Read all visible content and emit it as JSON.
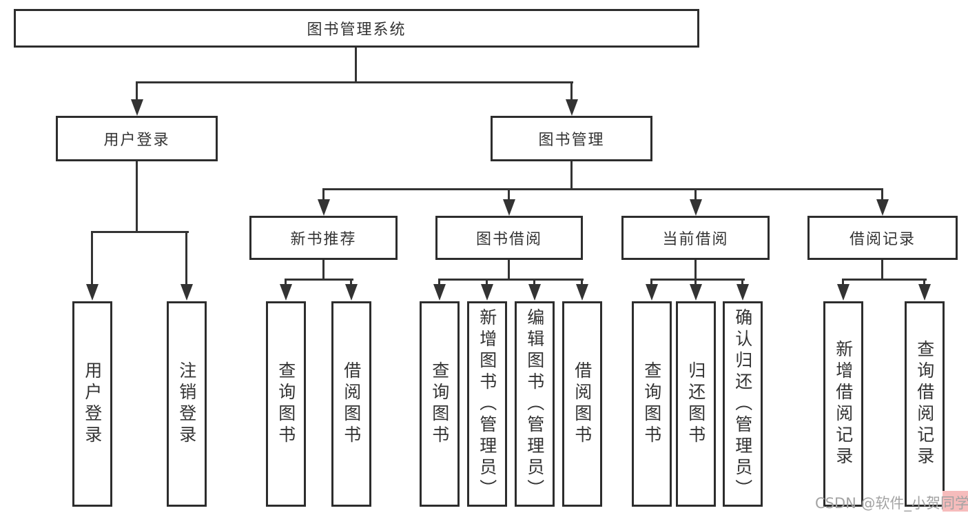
{
  "colors": {
    "line": "#333333",
    "border": "#2d2d2d",
    "text": "#333333",
    "bg": "#ffffff",
    "wm-text": "#a3a3a3",
    "wm-accent": "#f6bcbc"
  },
  "tree": {
    "root": {
      "label": "图书管理系统"
    },
    "branches": [
      {
        "label": "用户登录",
        "children": [
          {
            "label": "用户登录"
          },
          {
            "label": "注销登录"
          }
        ]
      },
      {
        "label": "图书管理",
        "children": [
          {
            "label": "新书推荐",
            "children": [
              {
                "label": "查询图书"
              },
              {
                "label": "借阅图书"
              }
            ]
          },
          {
            "label": "图书借阅",
            "children": [
              {
                "label": "查询图书"
              },
              {
                "label": "新增图书（管理员）"
              },
              {
                "label": "编辑图书（管理员）"
              },
              {
                "label": "借阅图书"
              }
            ]
          },
          {
            "label": "当前借阅",
            "children": [
              {
                "label": "查询图书"
              },
              {
                "label": "归还图书"
              },
              {
                "label": "确认归还（管理员）"
              }
            ]
          },
          {
            "label": "借阅记录",
            "children": [
              {
                "label": "新增借阅记录"
              },
              {
                "label": "查询借阅记录"
              }
            ]
          }
        ]
      }
    ]
  },
  "watermark": {
    "text": "CSDN @软件_小贺同学"
  }
}
